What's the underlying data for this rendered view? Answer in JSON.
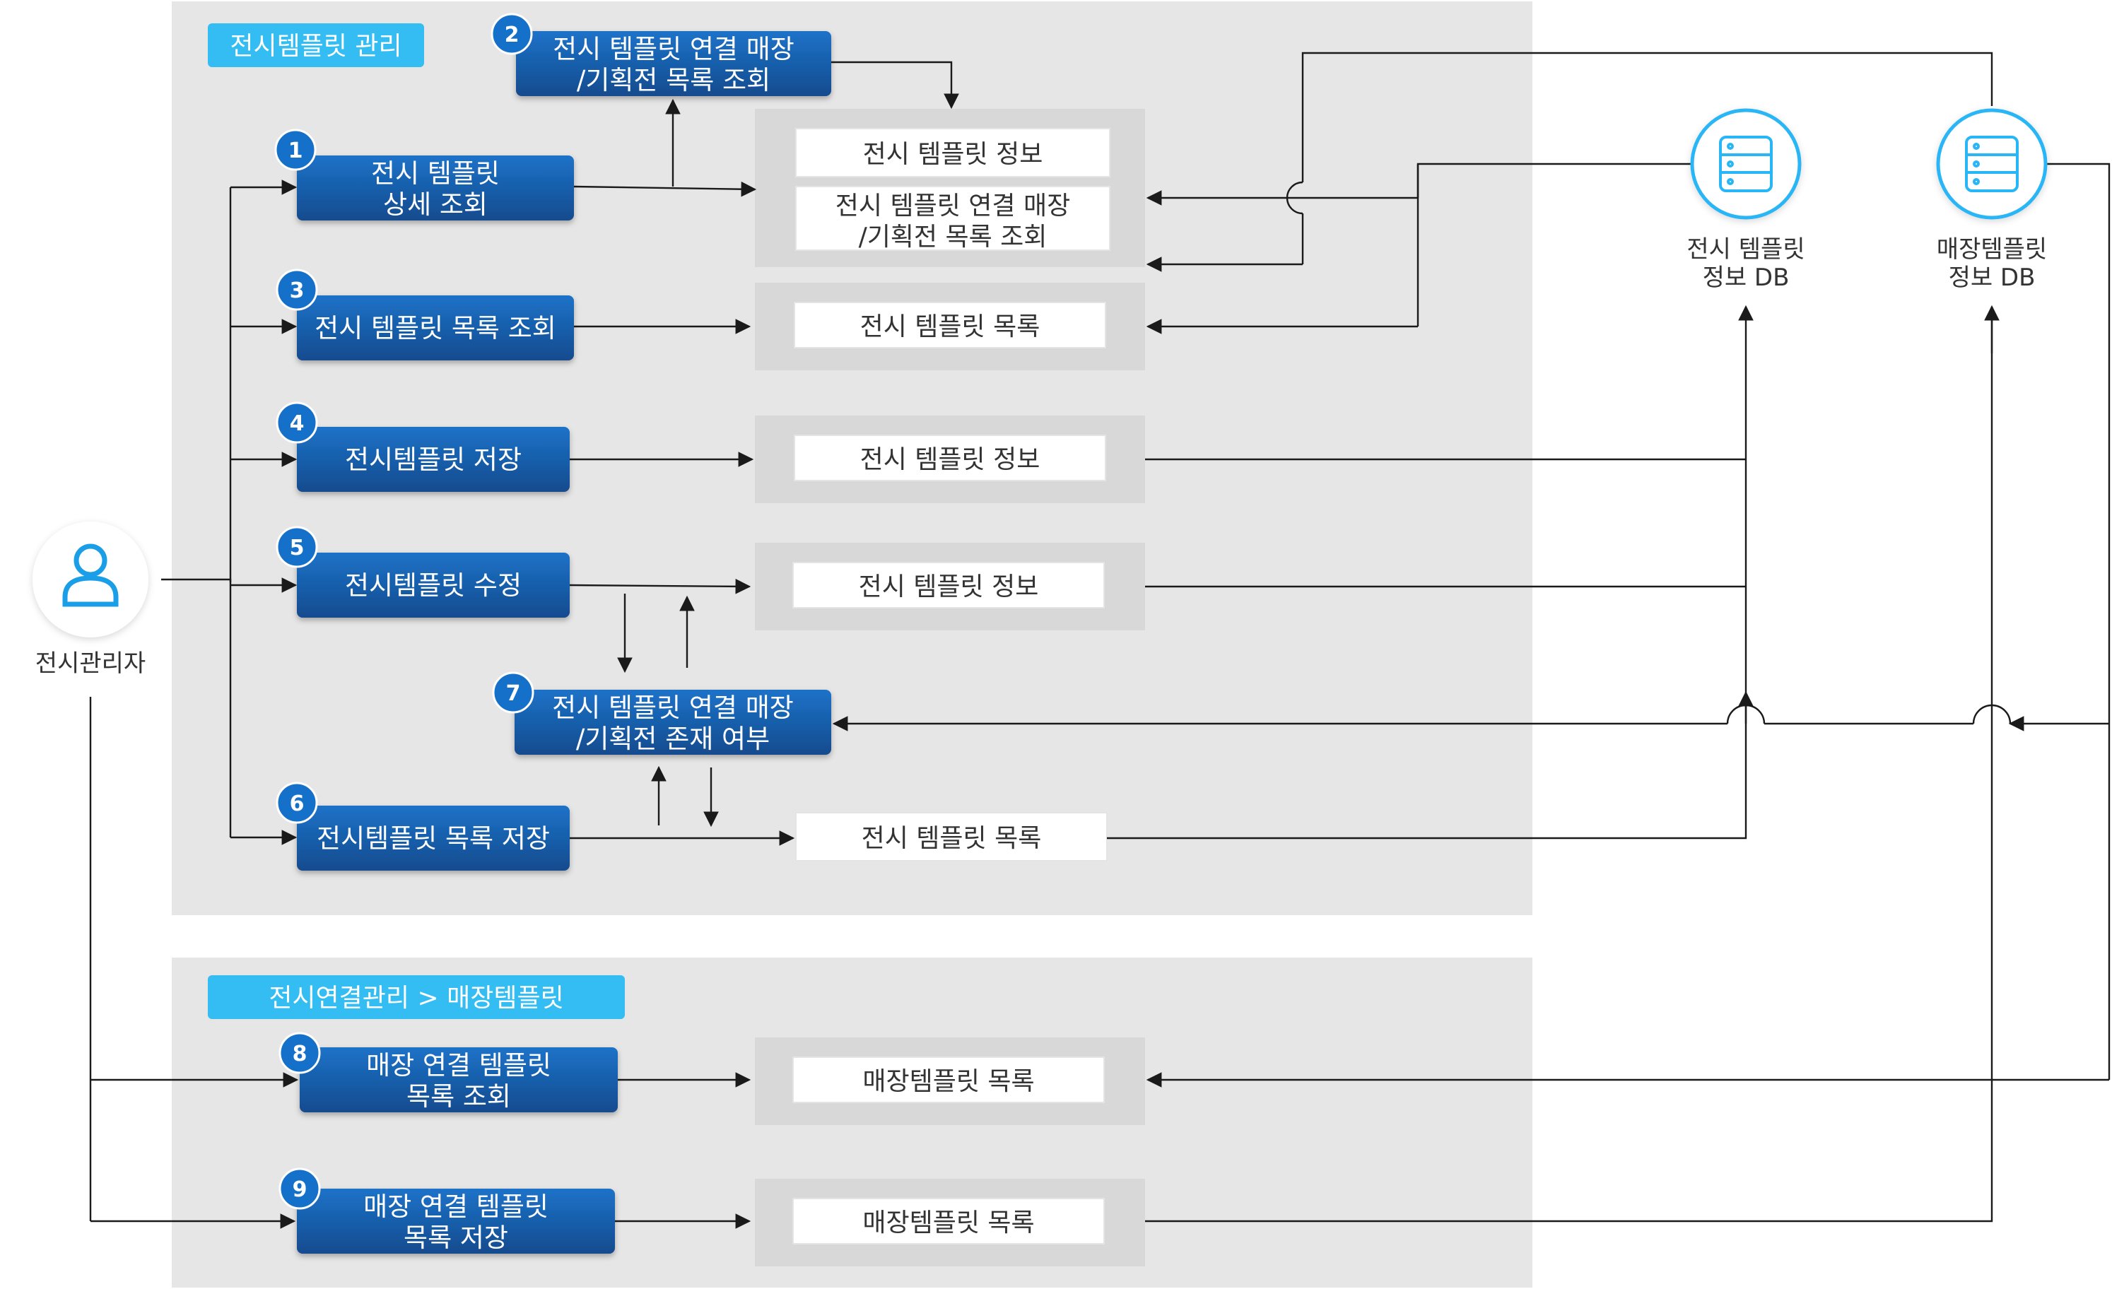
{
  "sections": {
    "display_template_mgmt": "전시템플릿 관리",
    "display_link_mgmt": "전시연결관리 > 매장템플릿"
  },
  "actor": {
    "name": "전시관리자",
    "icon": "user-icon"
  },
  "processes": [
    {
      "num": "1",
      "lines": [
        "전시 템플릿",
        "상세 조회"
      ]
    },
    {
      "num": "2",
      "lines": [
        "전시 템플릿 연결 매장",
        "/기획전 목록 조회"
      ]
    },
    {
      "num": "3",
      "lines": [
        "전시 템플릿 목록 조회"
      ]
    },
    {
      "num": "4",
      "lines": [
        "전시템플릿 저장"
      ]
    },
    {
      "num": "5",
      "lines": [
        "전시템플릿 수정"
      ]
    },
    {
      "num": "6",
      "lines": [
        "전시템플릿 목록 저장"
      ]
    },
    {
      "num": "7",
      "lines": [
        "전시 템플릿 연결 매장",
        "/기획전 존재 여부"
      ]
    },
    {
      "num": "8",
      "lines": [
        "매장 연결 템플릿",
        "목록 조회"
      ]
    },
    {
      "num": "9",
      "lines": [
        "매장 연결 템플릿",
        "목록 저장"
      ]
    }
  ],
  "outputs": {
    "o1a": "전시 템플릿 정보",
    "o1b": [
      "전시 템플릿 연결 매장",
      "/기획전 목록 조회"
    ],
    "o3": "전시 템플릿 목록",
    "o4": "전시 템플릿 정보",
    "o5": "전시 템플릿 정보",
    "o6": "전시 템플릿 목록",
    "o8": "매장템플릿 목록",
    "o9": "매장템플릿 목록"
  },
  "databases": [
    {
      "lines": [
        "전시 템플릿",
        "정보 DB"
      ],
      "icon": "database-icon"
    },
    {
      "lines": [
        "매장템플릿",
        "정보 DB"
      ],
      "icon": "database-icon"
    }
  ],
  "colors": {
    "process_top": "#1c6fc4",
    "process_bottom": "#134e92",
    "badge": "#1470c8",
    "section_tag": "#33bdf2",
    "db_ring": "#29b6f6",
    "panel": "#e6e6e6"
  }
}
